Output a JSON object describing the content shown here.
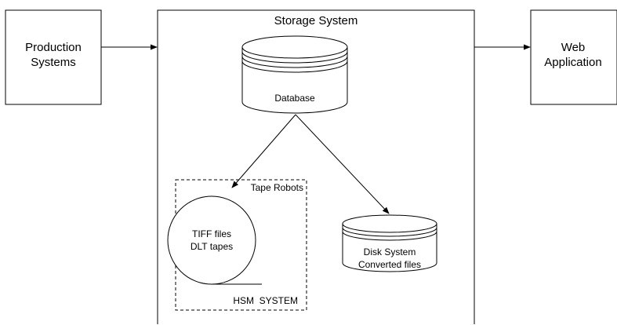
{
  "nodes": {
    "production": {
      "line1": "Production",
      "line2": "Systems"
    },
    "storage": {
      "title": "Storage System"
    },
    "database": {
      "label": "Database"
    },
    "web": {
      "line1": "Web",
      "line2": "Application"
    },
    "hsm": {
      "tape_robots": "Tape Robots",
      "system_label": "HSM  SYSTEM"
    },
    "tape": {
      "line1": "TIFF files",
      "line2": "DLT tapes"
    },
    "disk": {
      "line1": "Disk System",
      "line2": "Converted files"
    }
  },
  "colors": {
    "stroke": "#000000",
    "background": "#ffffff"
  }
}
